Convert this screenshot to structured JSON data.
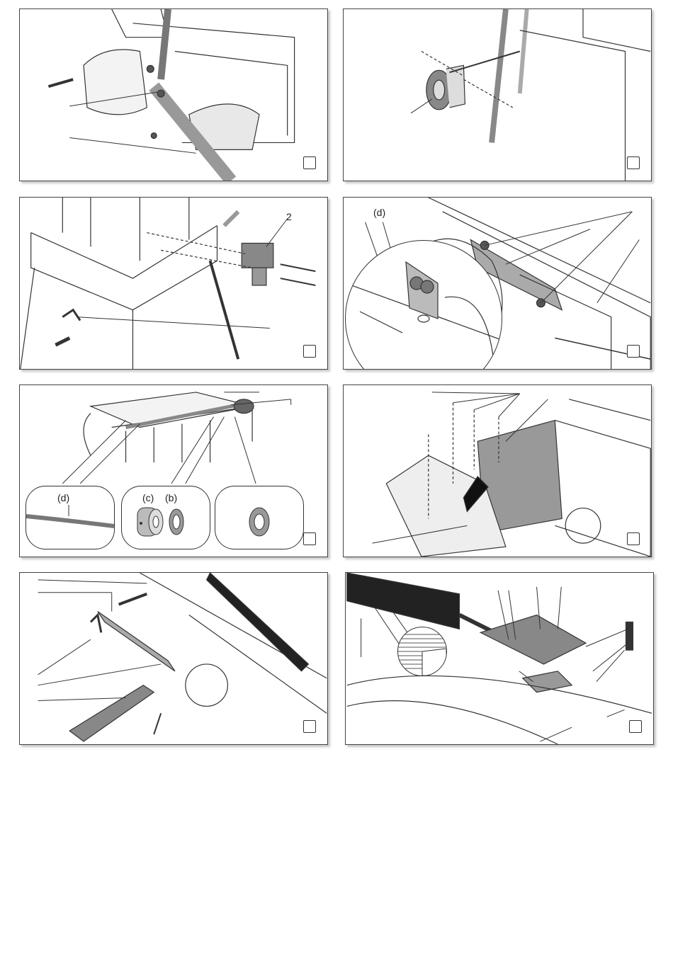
{
  "panels": [
    {
      "id": 1,
      "labels": []
    },
    {
      "id": 2,
      "labels": []
    },
    {
      "id": 3,
      "labels": [
        "2"
      ]
    },
    {
      "id": 4,
      "labels": [
        "(d)"
      ]
    },
    {
      "id": 5,
      "labels": [
        "(d)",
        "(c)",
        "(b)"
      ]
    },
    {
      "id": 6,
      "labels": []
    },
    {
      "id": 7,
      "labels": []
    },
    {
      "id": 8,
      "labels": []
    }
  ]
}
